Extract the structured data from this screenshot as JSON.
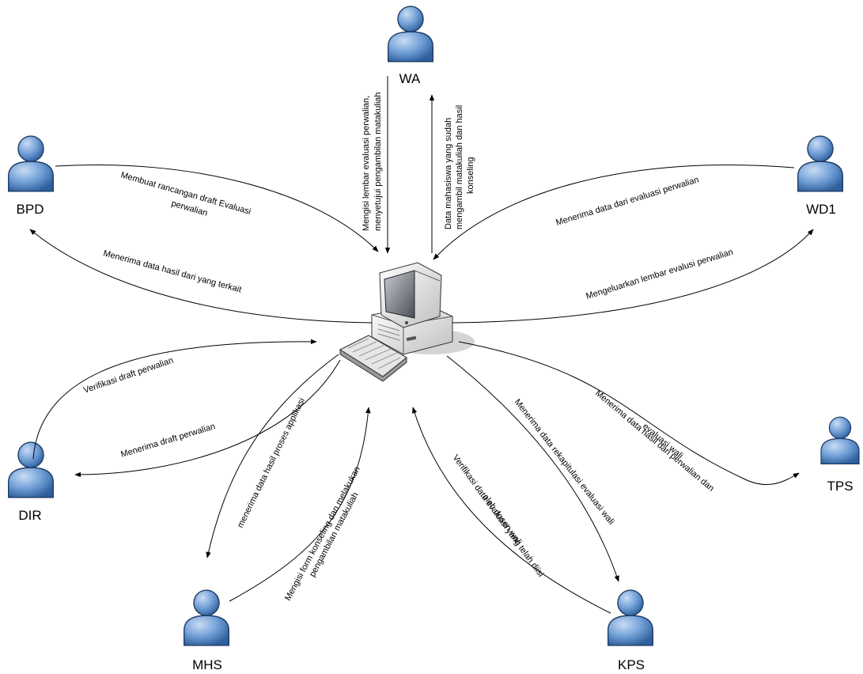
{
  "actors": {
    "wa": "WA",
    "bpd": "BPD",
    "wd1": "WD1",
    "dir": "DIR",
    "tps": "TPS",
    "mhs": "MHS",
    "kps": "KPS"
  },
  "flows": {
    "wa_in_1": "Mengisi lembar evaluasi perwalian,",
    "wa_in_2": "menyetujui pengambilan matakuliah",
    "wa_out_1": "Data mahasiswa yang sudah",
    "wa_out_2": "mengambil matakuliah dan hasil",
    "wa_out_3": "konseling",
    "bpd_in_1": "Membuat rancangan draft Evaluasi",
    "bpd_in_2": "perwalian",
    "bpd_out": "Menerima data hasil dari yang terkait",
    "wd1_in": "Menerima data dari evaluasi perwalian",
    "wd1_out": "Mengeluarkan lembar evalusi perwalian",
    "dir_in": "Verifikasi draft perwalian",
    "dir_out": "Menerima  draft perwalian",
    "mhs_out": "menerima data hasil proses applikasi",
    "mhs_in_1": "Mengisi form konseling dan melakukan",
    "mhs_in_2": "pengambilan matakuliah",
    "kps_in_1": "Verifikasi data evaluasi yang telah diisi",
    "kps_in_2": "oleh dosen wali",
    "kps_out": "Menerima data rekapitulasi evaluasi wali",
    "tps_out_1": "Menerima data hasil dari perwalian dan",
    "tps_out_2": "evaluasi wali"
  }
}
